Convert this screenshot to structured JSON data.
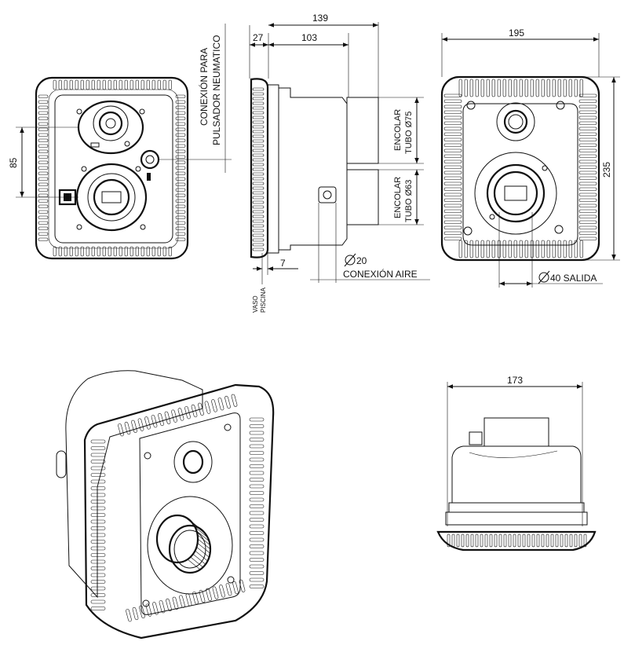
{
  "dimensions": {
    "front_height": "85",
    "side_total_depth": "139",
    "side_flange": "27",
    "side_body": "103",
    "side_wall": "7",
    "back_width": "195",
    "back_height": "235",
    "bottom_width": "173"
  },
  "labels": {
    "pneumatic_line1": "CONEXIÓN PARA",
    "pneumatic_line2": "PULSADOR NEUMATICO",
    "glue75_line1": "ENCOLAR",
    "glue75_line2": "TUBO Ø75",
    "glue63_line1": "ENCOLAR",
    "glue63_line2": "TUBO Ø63",
    "air_diameter": "20",
    "air_text": "CONEXIÓN AIRE",
    "outlet": "40 SALIDA",
    "pool_line1": "VASO",
    "pool_line2": "PISCINA"
  }
}
